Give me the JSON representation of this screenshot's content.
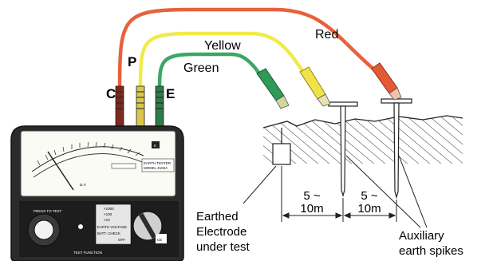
{
  "wires": {
    "red": {
      "label": "Red",
      "color": "#e8613a"
    },
    "yellow": {
      "label": "Yellow",
      "color": "#f2ea4a"
    },
    "green": {
      "label": "Green",
      "color": "#3aa864"
    }
  },
  "terminals": {
    "c": "C",
    "p": "P",
    "e": "E"
  },
  "labels": {
    "electrode_line1": "Earthed",
    "electrode_line2": "Electrode",
    "electrode_line3": "under test",
    "spikes_line1": "Auxiliary",
    "spikes_line2": "earth spikes",
    "dist1_top": "5 ~",
    "dist1_bottom": "10m",
    "dist2_top": "5 ~",
    "dist2_bottom": "10m"
  },
  "meter": {
    "title": "EARTH TESTER",
    "model": "MODEL 4102A",
    "brand": "K",
    "range_1": "×1000",
    "range_2": "×100",
    "range_3": "×10",
    "mode_1": "EARTH VOLTAGE",
    "mode_2": "BATT. CHECK",
    "mode_3": "OFF",
    "press_label": "PRESS TO TEST",
    "footer": "TEST FUNCTION",
    "ce": "CE",
    "scale_symbol": "Ω·V"
  }
}
